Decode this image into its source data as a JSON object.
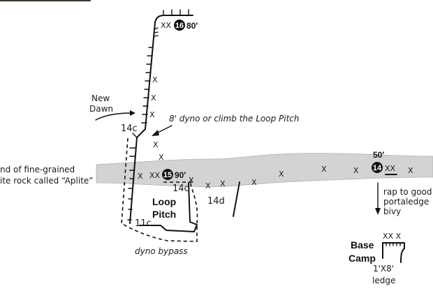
{
  "header_bar": {
    "color": "#3a3a2e"
  },
  "rock_band": {
    "color": "#d3d3d3",
    "label_line1": "nd of fine-grained",
    "label_line2": "ite rock called “Aplite”"
  },
  "route_labels": {
    "new_dawn_line1": "New",
    "new_dawn_line2": "Dawn",
    "dyno_note": "8' dyno or climb  the Loop Pitch",
    "loop_pitch_line1": "Loop",
    "loop_pitch_line2": "Pitch",
    "dyno_bypass": "dyno bypass",
    "rap_line1": "rap to good",
    "rap_line2": "portaledge",
    "rap_line3": "bivy",
    "base_camp_line1": "Base",
    "base_camp_line2": "Camp",
    "ledge_line1": "1'X8'",
    "ledge_line2": "ledge"
  },
  "grades": {
    "upper_14c": "14c",
    "band_14c": "14c",
    "band_14d": "14d",
    "lower_11c": "11c"
  },
  "anchors": [
    {
      "number": "16",
      "length": "80′",
      "bolts": "XX"
    },
    {
      "number": "15",
      "length": "90′",
      "bolts": "XX"
    },
    {
      "number": "14",
      "length": "50′",
      "bolts": "XX"
    }
  ],
  "bolt_marks": {
    "glyph": "X",
    "base_camp": "XX  X"
  }
}
